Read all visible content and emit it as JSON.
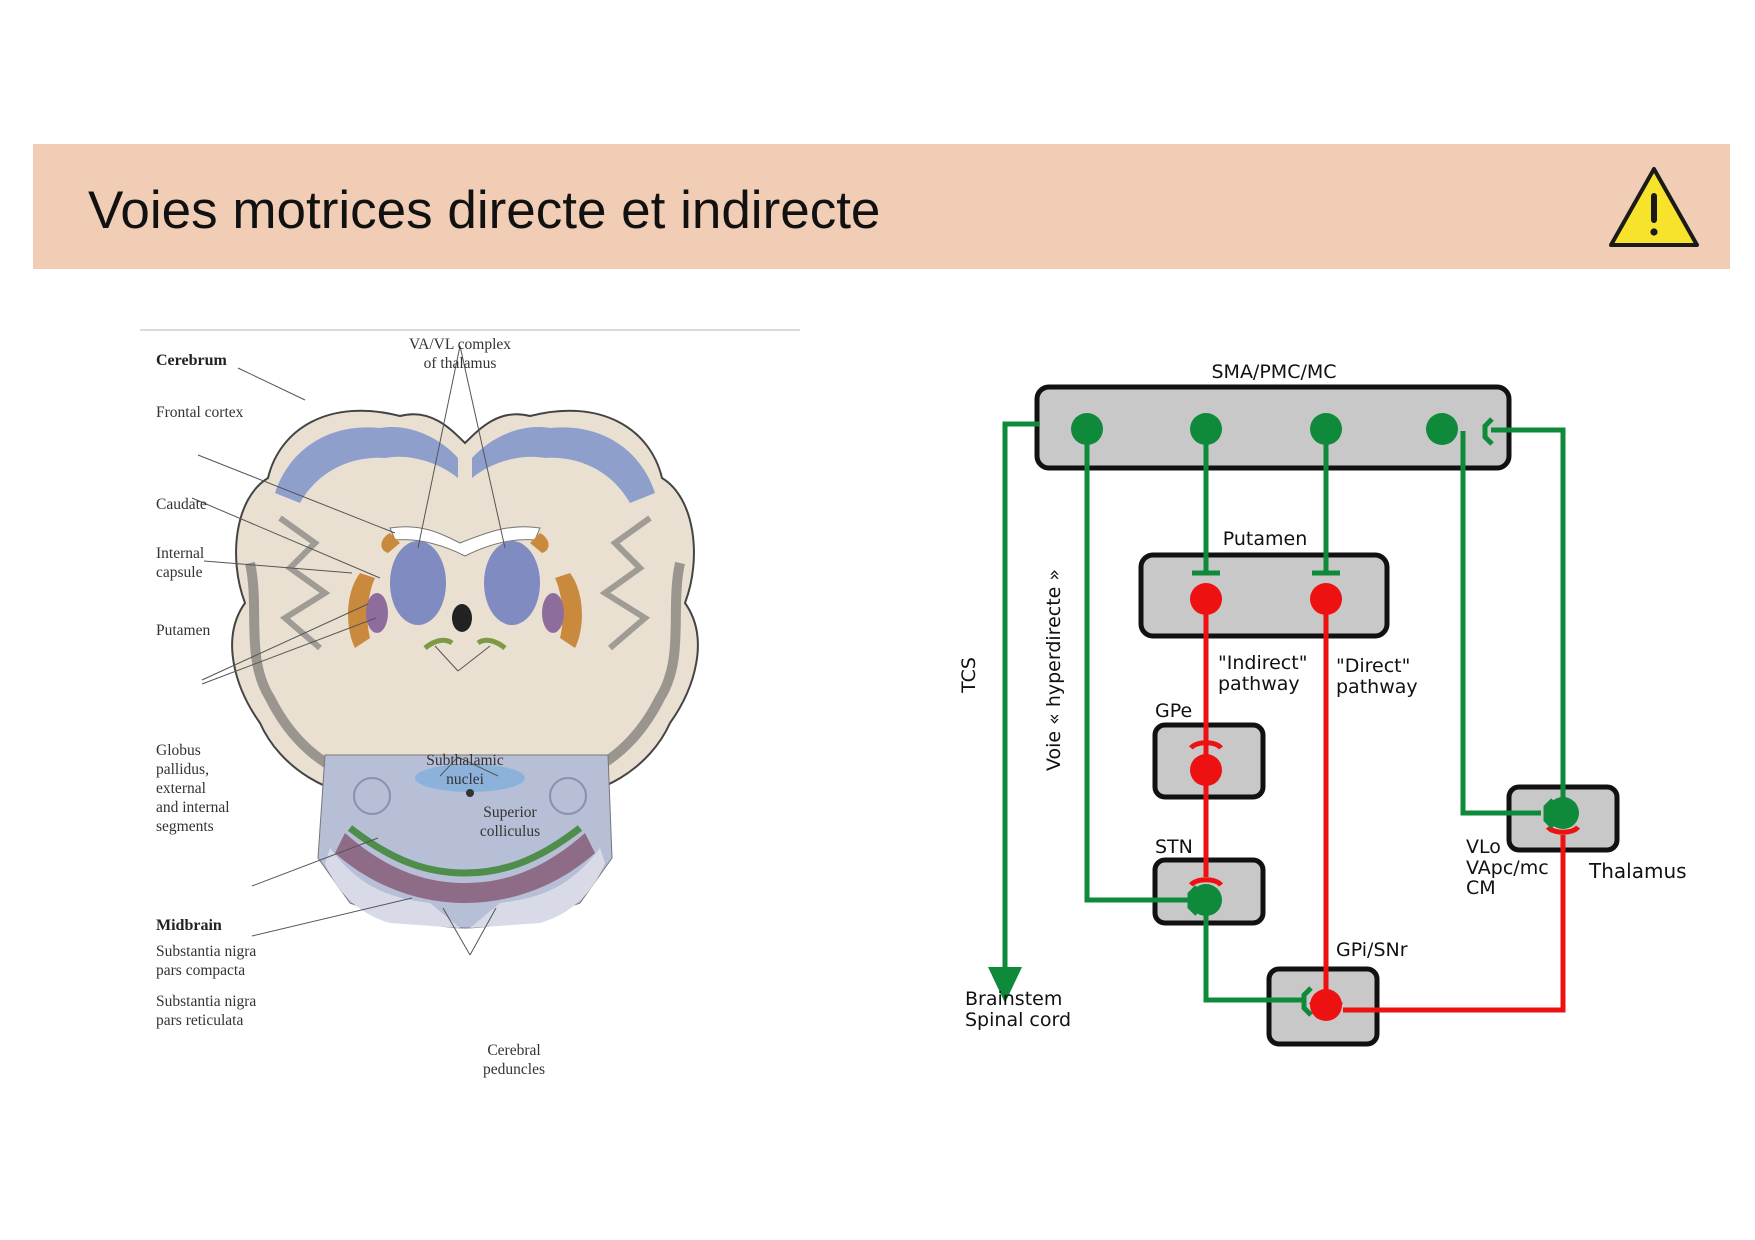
{
  "title": "Voies motrices directe et indirecte",
  "icons": {
    "warning": "warning-triangle-icon"
  },
  "colors": {
    "title_bar": "#f0cdb4",
    "excitatory": "#0e8a3a",
    "inhibitory": "#ee1111",
    "box_fill": "#c8c8c8"
  },
  "anatomy": {
    "cerebrum": "Cerebrum",
    "frontal_cortex": "Frontal cortex",
    "vavl_1": "VA/VL complex",
    "vavl_2": "of thalamus",
    "caudate": "Caudate",
    "internal_1": "Internal",
    "internal_2": "capsule",
    "putamen": "Putamen",
    "globus_1": "Globus",
    "globus_2": "pallidus,",
    "globus_3": "external",
    "globus_4": "and internal",
    "globus_5": "segments",
    "subthalamic_1": "Subthalamic",
    "subthalamic_2": "nuclei",
    "superior_1": "Superior",
    "superior_2": "colliculus",
    "midbrain": "Midbrain",
    "snc_1": "Substantia nigra",
    "snc_2": "pars compacta",
    "snr_1": "Substantia nigra",
    "snr_2": "pars reticulata",
    "peduncles_1": "Cerebral",
    "peduncles_2": "peduncles"
  },
  "diagram": {
    "cortex": "SMA/PMC/MC",
    "putamen": "Putamen",
    "gpe": "GPe",
    "stn": "STN",
    "gpi": "GPi/SNr",
    "thalamus": "Thalamus",
    "thal_nuclei_1": "VLo",
    "thal_nuclei_2": "VApc/mc",
    "thal_nuclei_3": "CM",
    "indirect_1": "\"Indirect\"",
    "indirect_2": "pathway",
    "direct_1": "\"Direct\"",
    "direct_2": "pathway",
    "tcs": "TCS",
    "hyper": "Voie « hyperdirecte »",
    "brainstem_1": "Brainstem",
    "brainstem_2": "Spinal cord"
  }
}
